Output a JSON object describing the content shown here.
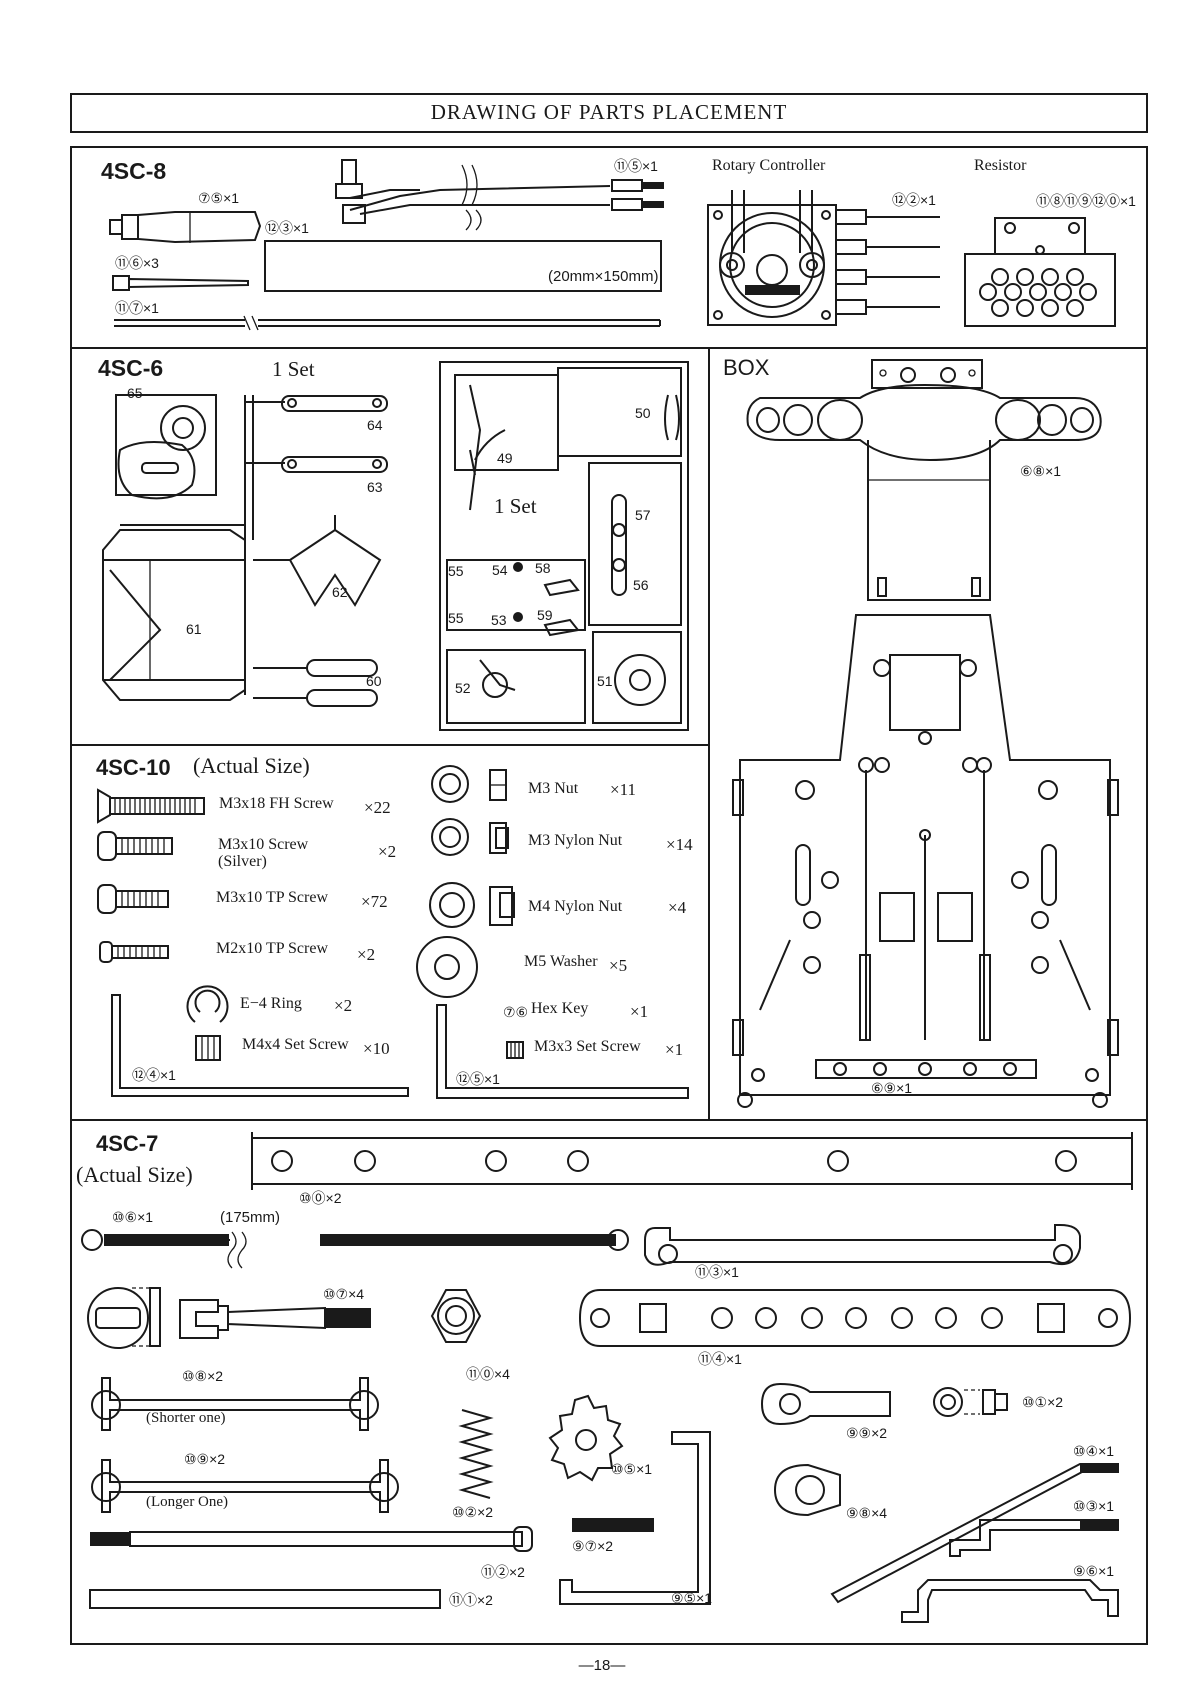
{
  "header": {
    "title": "DRAWING OF PARTS PLACEMENT"
  },
  "sec_4sc8": {
    "id": "4SC-8",
    "rotary_label": "Rotary Controller",
    "resistor_label": "Resistor",
    "dims": "(20mm×150mm)",
    "c75": "⑦⑤×1",
    "c123": "⑫③×1",
    "c116": "⑪⑥×3",
    "c117": "⑪⑦×1",
    "c115": "⑪⑤×1",
    "c122": "⑫②×1",
    "c118": "⑪⑧⑪⑨⑫⓪×1"
  },
  "sec_4sc6": {
    "id": "4SC-6",
    "set": "1 Set",
    "set2": "1 Set",
    "n65": "65",
    "n64": "64",
    "n63": "63",
    "n62": "62",
    "n61": "61",
    "n60": "60",
    "n50": "50",
    "n49": "49",
    "n57": "57",
    "n56": "56",
    "n55a": "55",
    "n54": "54",
    "n58": "58",
    "n55b": "55",
    "n53": "53",
    "n59": "59",
    "n52": "52",
    "n51": "51"
  },
  "sec_box": {
    "id": "BOX",
    "c68": "⑥⑧×1",
    "c69": "⑥⑨×1"
  },
  "sec_4sc10": {
    "id": "4SC-10",
    "actual": "(Actual Size)",
    "items": [
      {
        "name": "M3x18 FH Screw",
        "qty": "×22"
      },
      {
        "name": "M3x10 Screw",
        "sub": "(Silver)",
        "qty": "×2"
      },
      {
        "name": "M3x10 TP Screw",
        "qty": "×72"
      },
      {
        "name": "M2x10 TP Screw",
        "qty": "×2"
      },
      {
        "name": "E−4 Ring",
        "qty": "×2"
      },
      {
        "name": "M4x4 Set Screw",
        "qty": "×10"
      },
      {
        "name": "M3 Nut",
        "qty": "×11"
      },
      {
        "name": "M3 Nylon Nut",
        "qty": "×14"
      },
      {
        "name": "M4 Nylon Nut",
        "qty": "×4"
      },
      {
        "name": "M5 Washer",
        "qty": "×5"
      },
      {
        "name": "Hex Key",
        "qty": "×1"
      },
      {
        "name": "M3x3 Set Screw",
        "qty": "×1"
      }
    ],
    "c76": "⑦⑥",
    "c124": "⑫④×1",
    "c125": "⑫⑤×1"
  },
  "sec_4sc7": {
    "id": "4SC-7",
    "actual": "(Actual Size)",
    "len": "(175mm)",
    "shorter": "(Shorter one)",
    "longer": "(Longer One)",
    "c100": "⑩⓪×2",
    "c106": "⑩⑥×1",
    "c113": "⑪③×1",
    "c107": "⑩⑦×4",
    "c110": "⑪⓪×4",
    "c114": "⑪④×1",
    "c108": "⑩⑧×2",
    "c109": "⑩⑨×2",
    "c99": "⑨⑨×2",
    "c101": "⑩①×2",
    "c104": "⑩④×1",
    "c105": "⑩⑤×1",
    "c98": "⑨⑧×4",
    "c103": "⑩③×1",
    "c102": "⑩②×2",
    "c97": "⑨⑦×2",
    "c112": "⑪②×2",
    "c96": "⑨⑥×1",
    "c111": "⑪①×2",
    "c95": "⑨⑤×1"
  },
  "footer": {
    "page": "—18—"
  }
}
